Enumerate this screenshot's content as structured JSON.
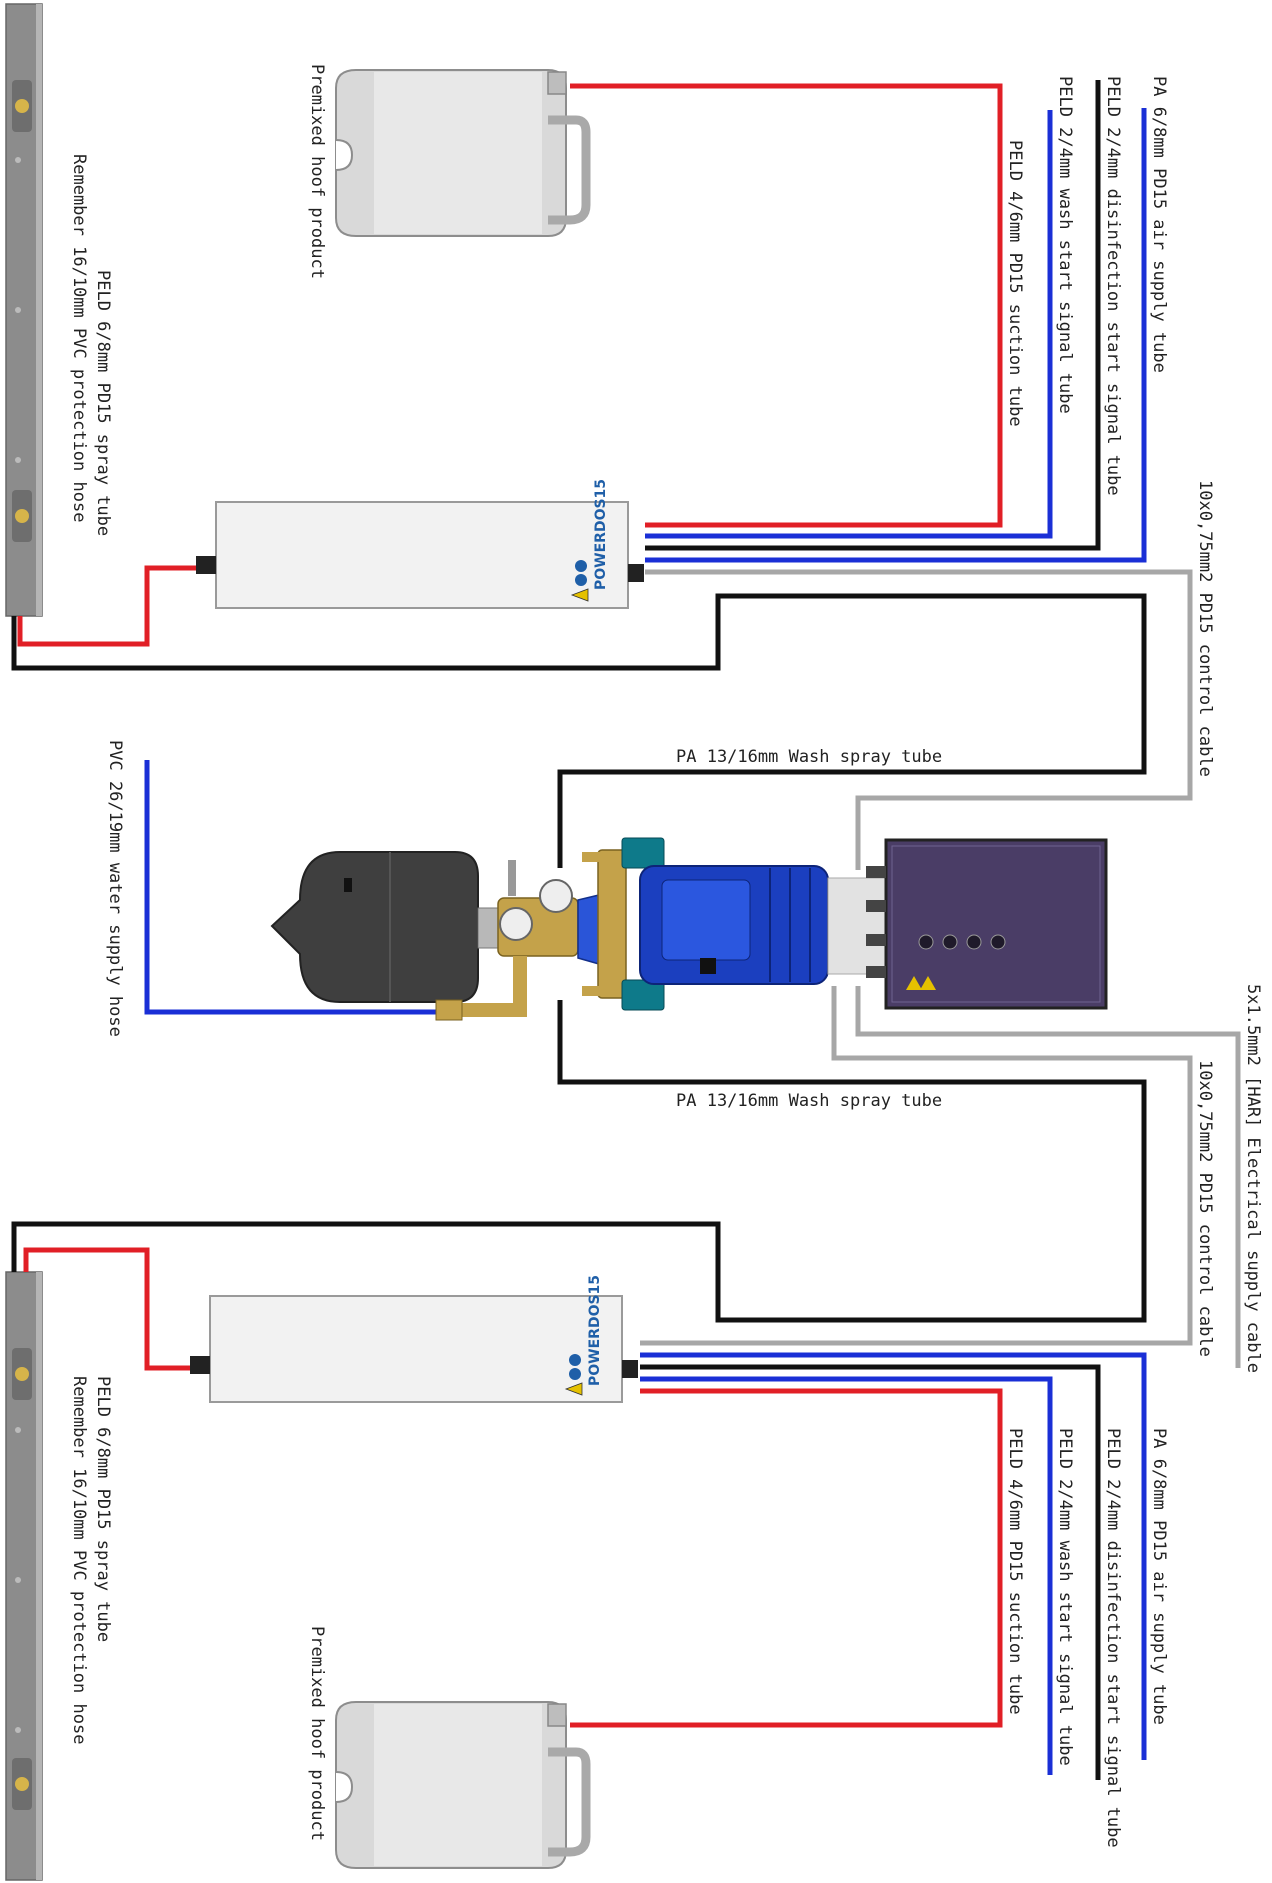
{
  "colors": {
    "red": "#e11f26",
    "blue": "#1a2fd6",
    "black": "#111111",
    "gray": "#a7a7a7",
    "rail": "#8c8c8c",
    "housing": "#f2f2f2",
    "motor": "#1b3fbf",
    "panel": "#4a3d66",
    "tank": "#3f3f3f",
    "brass": "#c4a24a"
  },
  "icons": [
    "canister-icon",
    "dosing-unit-icon",
    "spray-rail-icon",
    "pump-motor-icon",
    "pressure-tank-icon",
    "control-panel-icon",
    "warning-icon"
  ],
  "labels": {
    "pa_air_top": "PA 6/8mm PD15 air supply tube",
    "peld_disinfection_top": "PELD 2/4mm disinfection start signal tube",
    "peld_wash_top": "PELD 2/4mm wash start signal tube",
    "peld_suction_top": "PELD 4/6mm PD15 suction tube",
    "control_cable_top": "10x0,75mm2 PD15 control cable",
    "wash_spray_top": "PA 13/16mm Wash spray tube",
    "wash_spray_bottom": "PA 13/16mm Wash spray tube",
    "electrical_supply": "5x1.5mm2 [HAR] Electrical supply cable",
    "control_cable_bottom": "10x0,75mm2 PD15 control cable",
    "pa_air_bottom": "PA 6/8mm PD15 air supply tube",
    "peld_disinfection_bottom": "PELD 2/4mm disinfection start signal tube",
    "peld_wash_bottom": "PELD 2/4mm wash start signal tube",
    "peld_suction_bottom": "PELD 4/6mm PD15 suction tube",
    "water_supply": "PVC 26/19mm water supply hose",
    "premixed_top": "Premixed hoof product",
    "premixed_bottom": "Premixed hoof product",
    "spray_top": "PELD 6/8mm PD15 spray tube",
    "protection_top": "Remember 16/10mm PVC protection hose",
    "spray_bottom": "PELD 6/8mm PD15 spray tube",
    "protection_bottom": "Remember 16/10mm PVC protection hose",
    "brand_top": "POWERDOS15",
    "brand_bottom": "POWERDOS15"
  }
}
